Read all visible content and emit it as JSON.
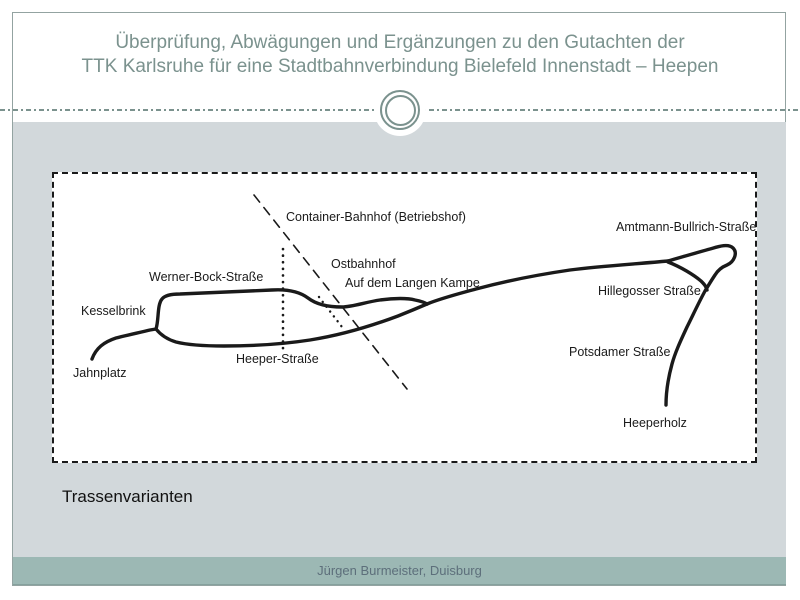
{
  "slide": {
    "title_line1": "Überprüfung, Abwägungen und Ergänzungen zu den Gutachten der",
    "title_line2": "TTK Karlsruhe für eine Stadtbahnverbindung Bielefeld Innenstadt – Heepen",
    "caption": "Trassenvarianten",
    "footer": "Jürgen Burmeister, Duisburg"
  },
  "colors": {
    "title_text": "#7b928e",
    "divider_and_ornament": "#7b928e",
    "content_background": "#d2d8db",
    "footer_bar": "#9cb8b4",
    "footer_text": "#5d6f7b",
    "frame_border": "#93a3a1",
    "route_line": "#1a1a1a",
    "diagram_background": "#ffffff"
  },
  "diagram": {
    "description": "Route variants sketch for the tram line Bielefeld Innenstadt - Heepen",
    "labels": [
      {
        "id": "container-bahnhof",
        "text": "Container-Bahnhof (Betriebshof)"
      },
      {
        "id": "amtmann-bullrich-strasse",
        "text": "Amtmann-Bullrich-Straße"
      },
      {
        "id": "ostbahnhof",
        "text": "Ostbahnhof"
      },
      {
        "id": "werner-bock-strasse",
        "text": "Werner-Bock-Straße"
      },
      {
        "id": "auf-dem-langen-kampe",
        "text": "Auf dem Langen Kampe"
      },
      {
        "id": "hillegosser-strasse",
        "text": "Hillegosser Straße"
      },
      {
        "id": "kesselbrink",
        "text": "Kesselbrink"
      },
      {
        "id": "potsdamer-strasse",
        "text": "Potsdamer Straße"
      },
      {
        "id": "heeper-strasse",
        "text": "Heeper-Straße"
      },
      {
        "id": "jahnplatz",
        "text": "Jahnplatz"
      },
      {
        "id": "heeperholz",
        "text": "Heeperholz"
      }
    ]
  }
}
